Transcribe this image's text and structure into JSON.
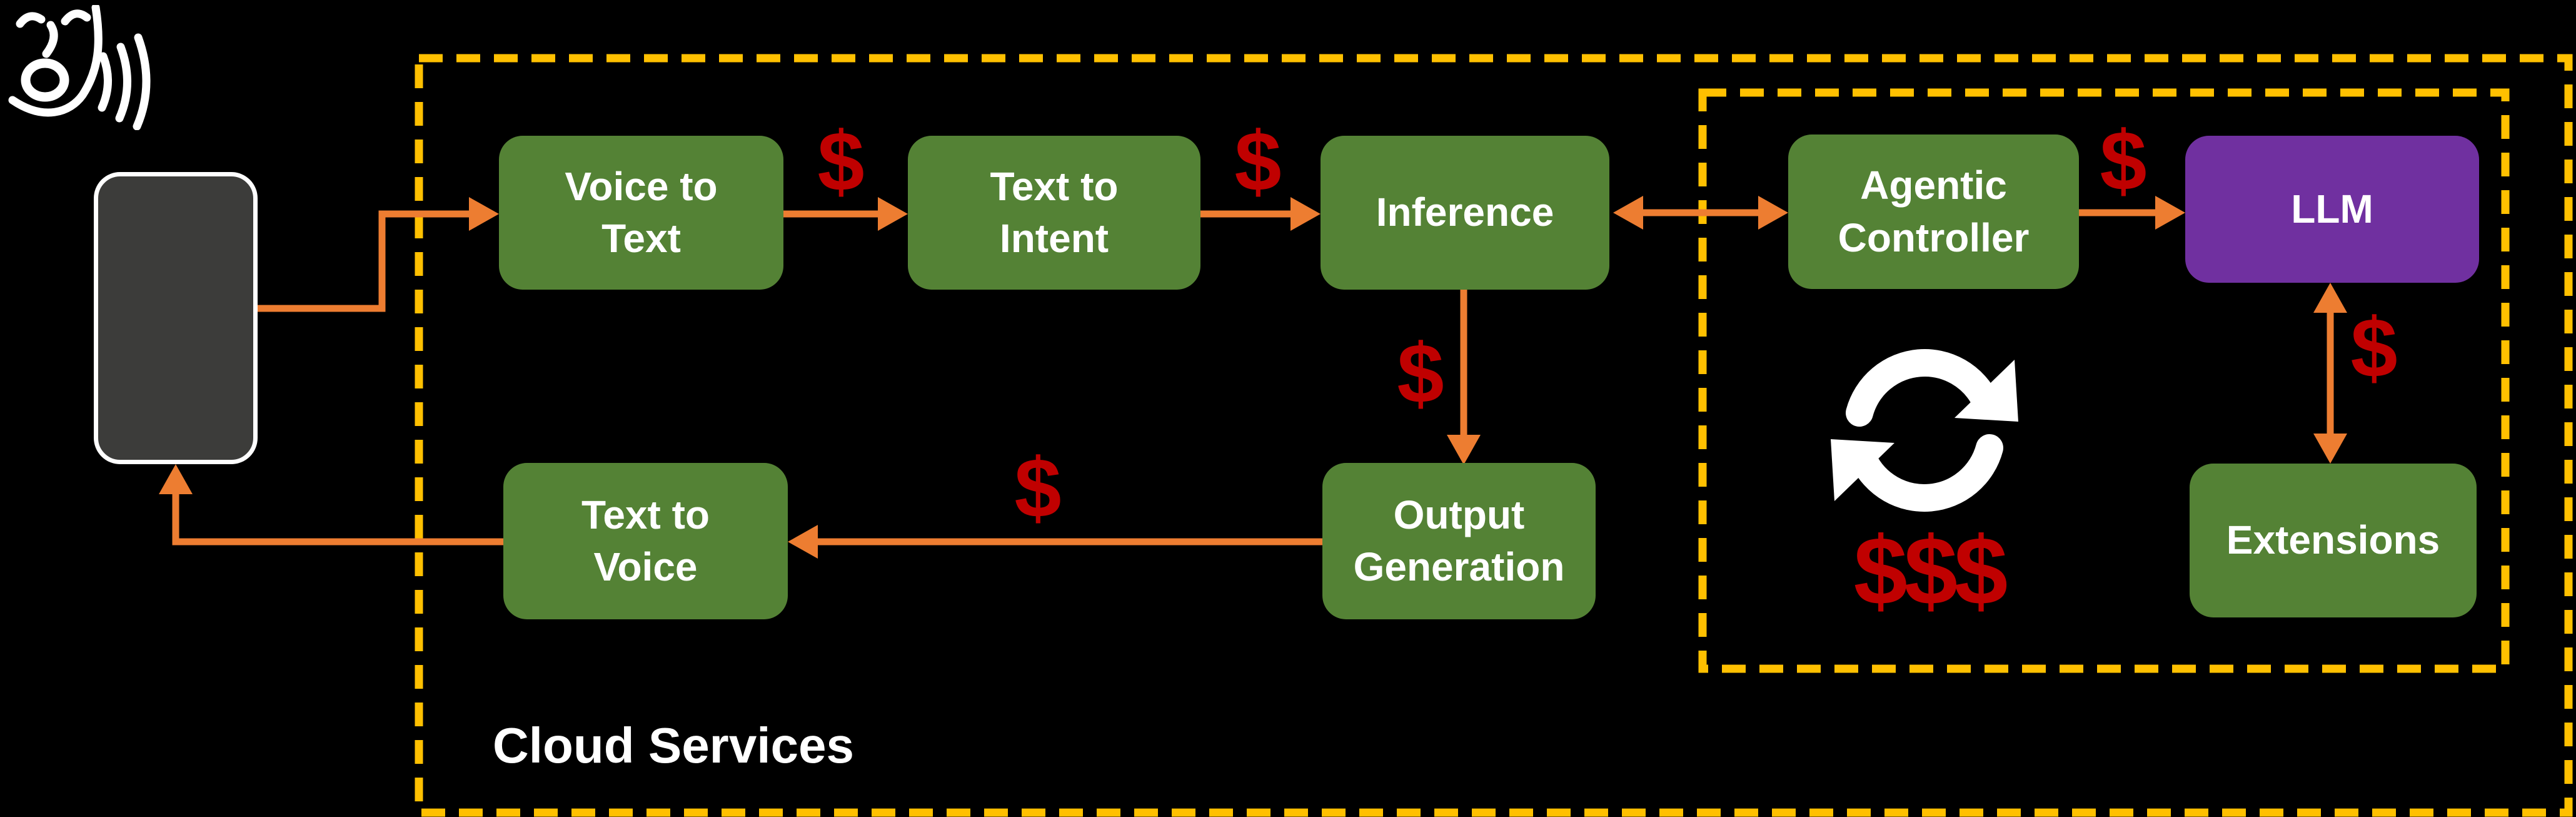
{
  "diagram": {
    "group_labels": {
      "cloud_services": "Cloud Services"
    },
    "nodes": {
      "voice_to_text": {
        "label": "Voice to\nText"
      },
      "text_to_intent": {
        "label": "Text to\nIntent"
      },
      "inference": {
        "label": "Inference"
      },
      "agentic_controller": {
        "label": "Agentic\nController"
      },
      "llm": {
        "label": "LLM"
      },
      "extensions": {
        "label": "Extensions"
      },
      "output_generation": {
        "label": "Output\nGeneration"
      },
      "text_to_voice": {
        "label": "Text to\nVoice"
      }
    },
    "cost_labels": {
      "voice_to_text_to_text_to_intent": "$",
      "text_to_intent_to_inference": "$",
      "inference_to_output_generation": "$",
      "output_generation_to_text_to_voice": "$",
      "agentic_controller_to_llm": "$",
      "llm_to_extensions": "$",
      "agentic_loop_total": "$$$"
    },
    "icons": {
      "speaking_face": "speaking-face-icon",
      "sync_loop": "sync-loop-icon",
      "device": "phone-device"
    },
    "colors": {
      "green": "#548235",
      "purple": "#7030A0",
      "orange": "#ED7D31",
      "gold": "#FFC000",
      "red": "#C00000",
      "device": "#3C3C3A",
      "background": "#000000",
      "text": "#FFFFFF"
    }
  }
}
